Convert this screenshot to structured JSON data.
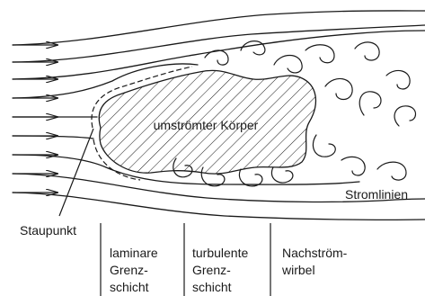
{
  "diagram": {
    "body_label": "umströmter Körper",
    "streamlines_label": "Stromlinien",
    "stagnation_label": "Staupunkt",
    "regions": [
      {
        "line1": "laminare",
        "line2": "Grenz-",
        "line3": "schicht"
      },
      {
        "line1": "turbulente",
        "line2": "Grenz-",
        "line3": "schicht"
      },
      {
        "line1": "Nachström-",
        "line2": "wirbel",
        "line3": ""
      }
    ],
    "colors": {
      "ink": "#1a1a1a",
      "background": "#ffffff"
    }
  }
}
